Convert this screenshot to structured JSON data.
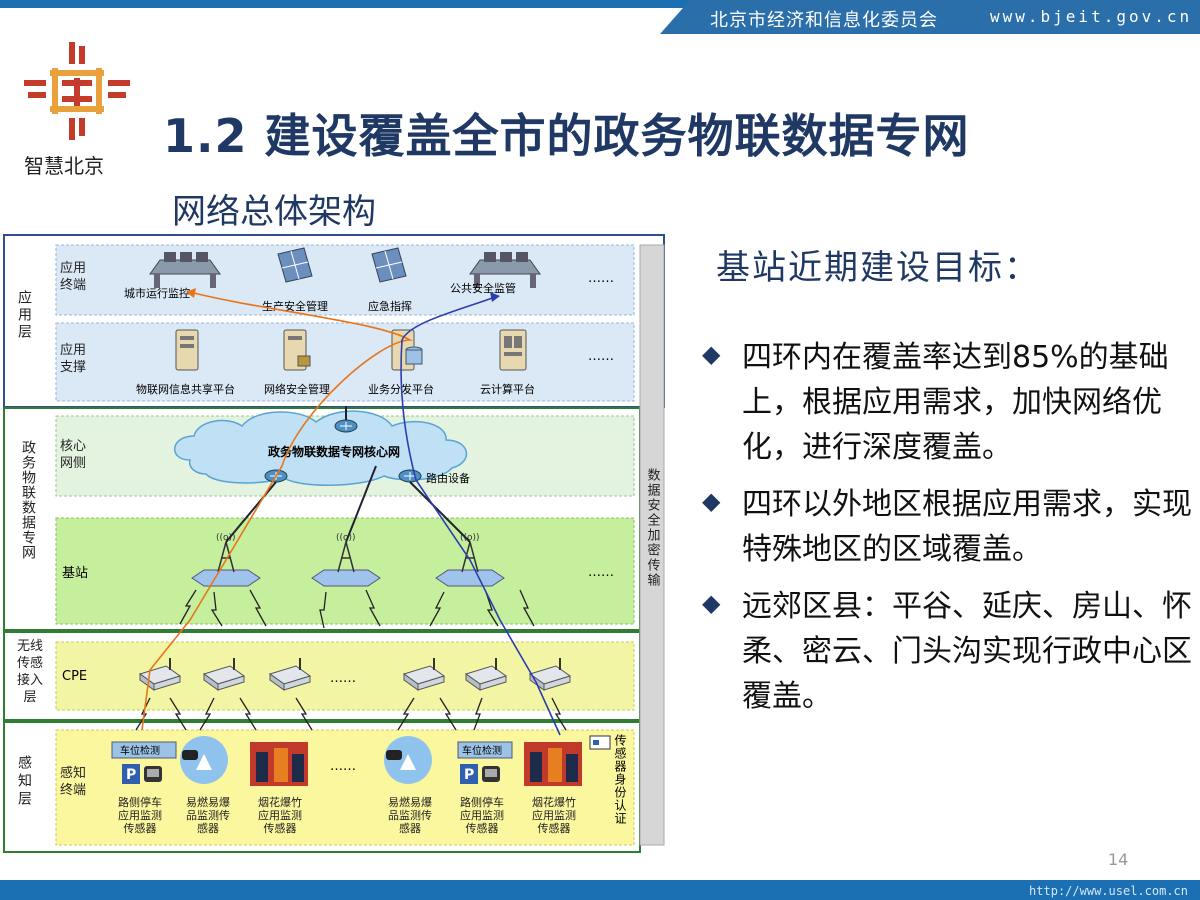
{
  "header": {
    "org": "北京市经济和信息化委员会",
    "site": "www.bjeit.gov.cn"
  },
  "logo": {
    "text": "智慧北京"
  },
  "title": "1.2 建设覆盖全市的政务物联数据专网",
  "subtitle": "网络总体架构",
  "right": {
    "heading": "基站近期建设目标：",
    "bullets": [
      "四环内在覆盖率达到85%的基础上，根据应用需求，加快网络优化，进行深度覆盖。",
      "四环以外地区根据应用需求，实现特殊地区的区域覆盖。",
      "远郊区县：平谷、延庆、房山、怀柔、密云、门头沟实现行政中心区覆盖。"
    ]
  },
  "diagram": {
    "layers": {
      "app": "应用层",
      "net": "政务物联数据专网",
      "wireless": "无线传感接入层",
      "sense": "感知层"
    },
    "rows": {
      "terminal": "应用终端",
      "support": "应用支撑",
      "core": "核心网侧",
      "bs": "基站",
      "cpe": "CPE",
      "sensor": "感知终端"
    },
    "terminal_items": [
      "城市运行监控",
      "生产安全管理",
      "应急指挥",
      "公共安全监管"
    ],
    "support_items": [
      "物联网信息共享平台",
      "网络安全管理",
      "业务分发平台",
      "云计算平台"
    ],
    "cloud": "政务物联数据专网核心网",
    "router": "路由设备",
    "ellipsis": "……",
    "security": "数据安全加密传输",
    "sensor_id": "传感器身份认证",
    "parking": "车位检测",
    "sensors": [
      "路侧停车应用监测传感器",
      "易燃易爆品监测传感器",
      "烟花爆竹应用监测传感器",
      "易燃易爆品监测传感器",
      "路侧停车应用监测传感器",
      "烟花爆竹应用监测传感器"
    ]
  },
  "page_number": "14",
  "watermark": "http://www.usel.com.cn"
}
